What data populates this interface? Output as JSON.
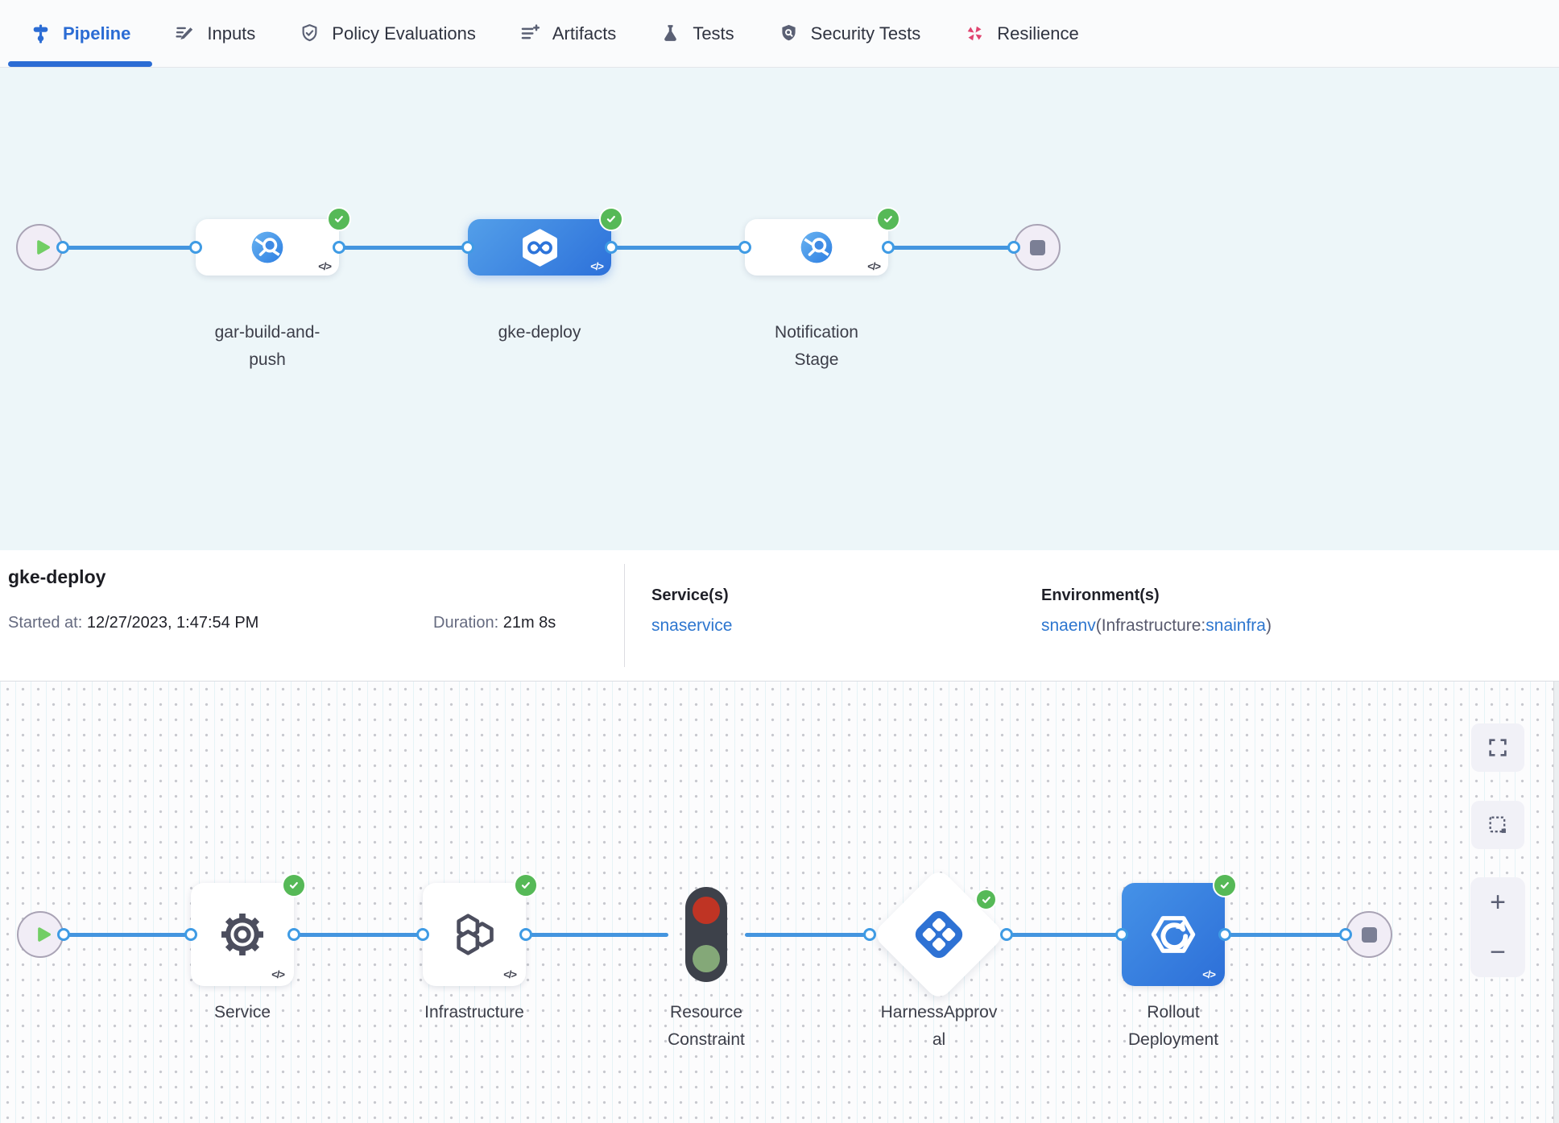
{
  "tabs": {
    "items": [
      {
        "label": "Pipeline",
        "active": true
      },
      {
        "label": "Inputs"
      },
      {
        "label": "Policy Evaluations"
      },
      {
        "label": "Artifacts"
      },
      {
        "label": "Tests"
      },
      {
        "label": "Security Tests"
      },
      {
        "label": "Resilience"
      }
    ]
  },
  "glyphs": {
    "code": "</>"
  },
  "stage_graph": {
    "stages": [
      {
        "name": "gar-build-and-push",
        "status": "success",
        "selected": false
      },
      {
        "name": "gke-deploy",
        "status": "success",
        "selected": true
      },
      {
        "name": "Notification Stage",
        "status": "success",
        "selected": false
      }
    ]
  },
  "details": {
    "stage_name": "gke-deploy",
    "started_label": "Started at:",
    "started_value": "12/27/2023, 1:47:54 PM",
    "duration_label": "Duration:",
    "duration_value": "21m 8s",
    "services_label": "Service(s)",
    "services_value": "snaservice",
    "environments_label": "Environment(s)",
    "environment_link": "snaenv",
    "environment_infra_prefix": "(Infrastructure:",
    "environment_infra_link": "snainfra",
    "environment_suffix": ")"
  },
  "execution_graph": {
    "steps": [
      {
        "name": "Service",
        "status": "success"
      },
      {
        "name": "Infrastructure",
        "status": "success"
      },
      {
        "name": "Resource Constraint",
        "status": "none"
      },
      {
        "name": "HarnessApproval",
        "status": "success"
      },
      {
        "name": "Rollout Deployment",
        "status": "success"
      }
    ]
  },
  "canvas_controls": {
    "zoom_in": "+",
    "zoom_out": "−"
  },
  "colors": {
    "accent_blue": "#2b6cd4",
    "connector_blue": "#4495df",
    "selected_node_blue": "#2d71da",
    "success_green": "#56b957",
    "resilience_pink": "#e0446f",
    "stage_canvas_bg": "#edf6f9"
  }
}
